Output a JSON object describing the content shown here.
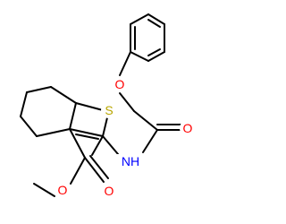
{
  "molecule": {
    "atoms": {
      "sulfur": "S",
      "ester_carbonyl_oxygen": "O",
      "ester_ether_oxygen": "O",
      "amide_nitrogen": "NH",
      "amide_oxygen": "O",
      "phenoxy_oxygen": "O"
    }
  },
  "colors": {
    "bond": "#000000",
    "oxygen": "#ff0000",
    "nitrogen": "#0000ff",
    "sulfur": "#b8a600",
    "background": "#ffffff"
  }
}
